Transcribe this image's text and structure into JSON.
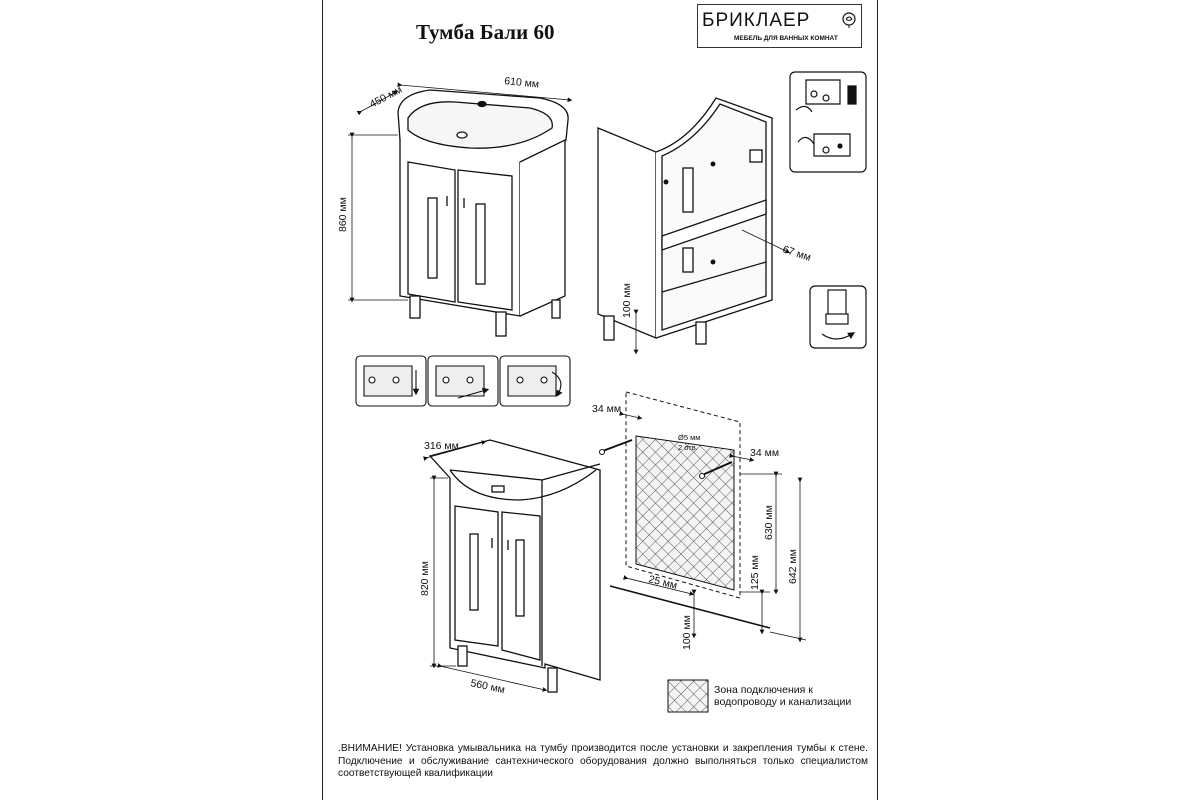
{
  "title": "Тумба Бали 60",
  "logo": {
    "name": "БРИКЛАЕР",
    "tagline": "МЕБЕЛЬ ДЛЯ ВАННЫХ КОМНАТ",
    "icon": "rose-icon"
  },
  "dimensions": {
    "depth_450": "450 мм",
    "width_610": "610 мм",
    "height_860": "860 мм",
    "leg_100_top": "100 мм",
    "inner_67": "67 мм",
    "depth_316": "316 мм",
    "height_820": "820 мм",
    "width_560": "560 мм",
    "offset_34_left": "34 мм",
    "offset_34_right": "34 мм",
    "hole_diam": "Ø5 мм",
    "hole_count": "2 отв.",
    "offset_25": "25 мм",
    "zone_630": "630 мм",
    "zone_125": "125 мм",
    "total_642": "642 мм",
    "floor_100": "100 мм"
  },
  "legend": "Зона подключения к водопроводу и канализации",
  "warning": ".ВНИМАНИЕ! Установка умывальника на тумбу производится после установки и закрепления тумбы к стене. Подключение и обслуживание сантехнического оборудования должно выполняться только специалистом соответствующей квалификации"
}
